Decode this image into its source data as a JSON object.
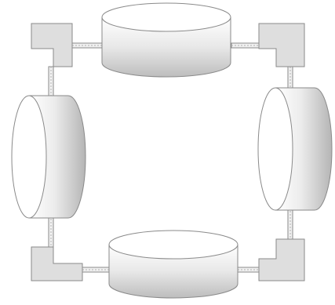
{
  "diagram": {
    "description_kind": "ring of four cylindrical nodes joined by L-shaped connector blocks and dashed pipe links",
    "nodes": [
      {
        "name": "cylinder-top",
        "label": ""
      },
      {
        "name": "cylinder-right",
        "label": ""
      },
      {
        "name": "cylinder-bottom",
        "label": ""
      },
      {
        "name": "cylinder-left",
        "label": ""
      }
    ],
    "connectors": [
      {
        "name": "corner-top-left"
      },
      {
        "name": "corner-top-right"
      },
      {
        "name": "corner-bottom-right"
      },
      {
        "name": "corner-bottom-left"
      }
    ],
    "colors": {
      "cylinder_light": "#ffffff",
      "cylinder_dark": "#b8b8b8",
      "block_fill": "#dedede",
      "outline": "#8a8a8a",
      "pipe_fill": "#f0f0f0"
    }
  }
}
